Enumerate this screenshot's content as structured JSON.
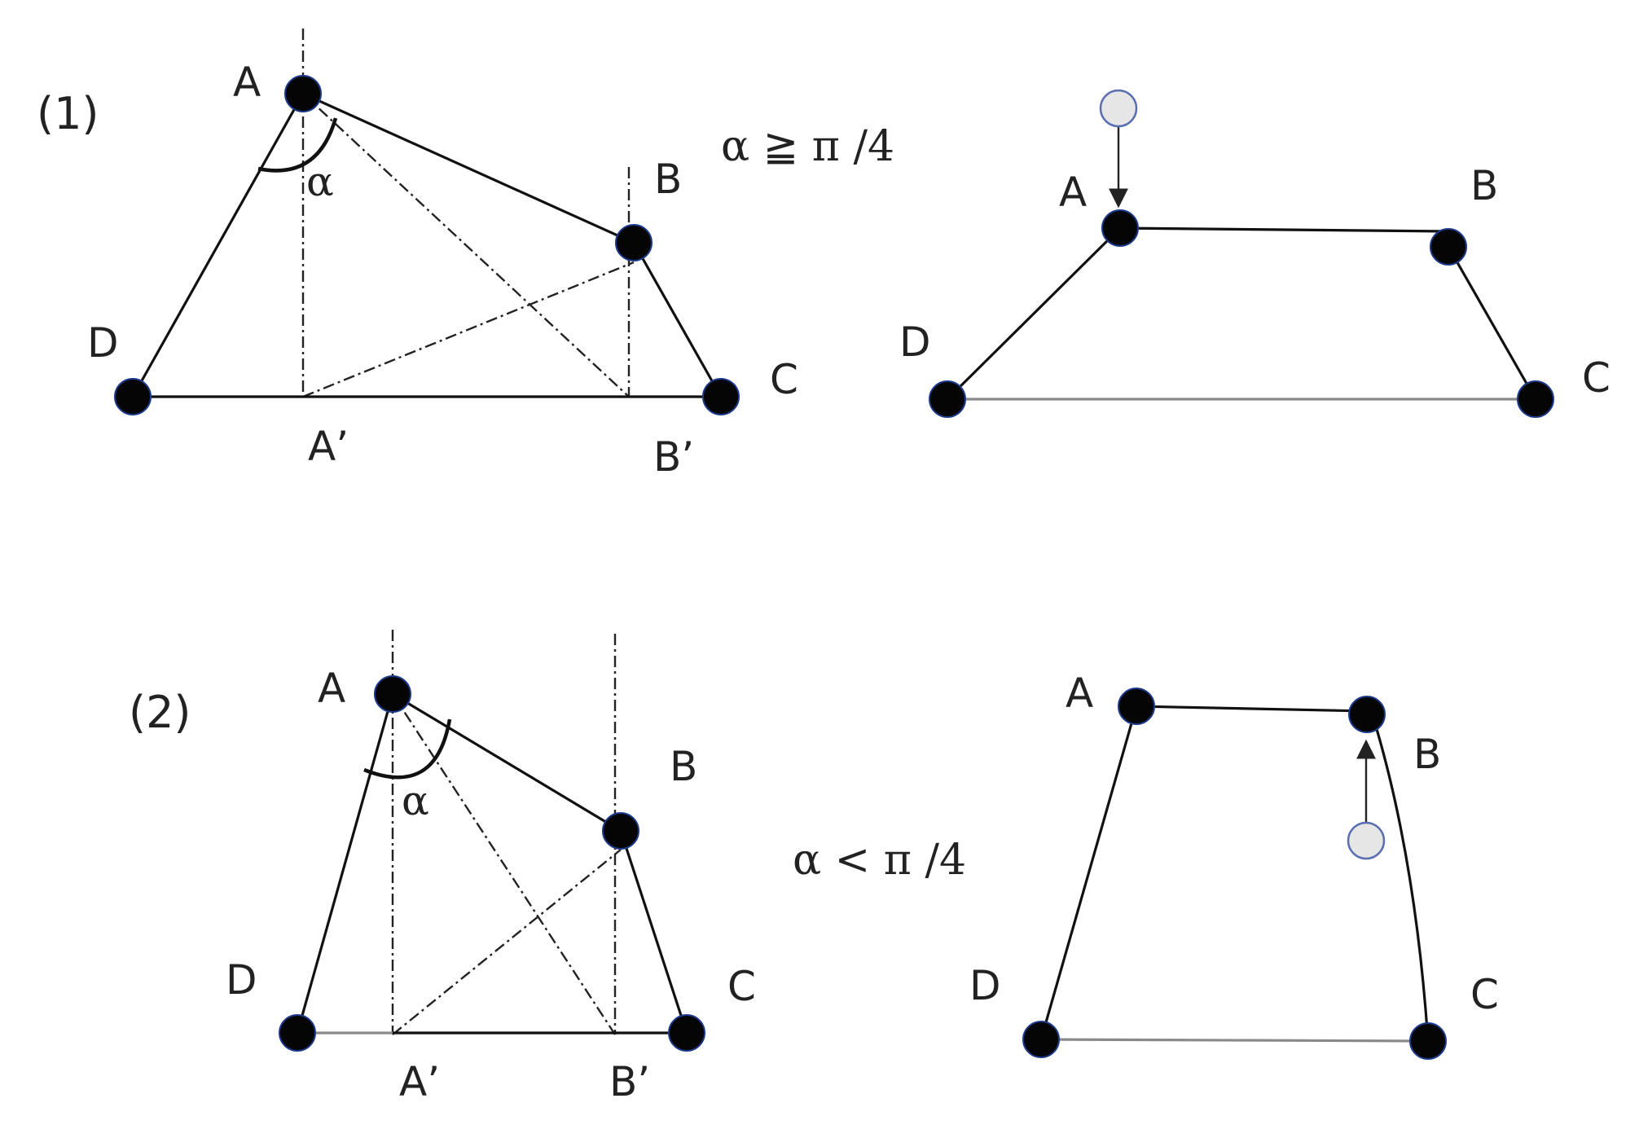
{
  "panels": {
    "p1": {
      "label": "(1)",
      "condition": "α ≧ π /4",
      "left": {
        "A": "A",
        "B": "B",
        "C": "C",
        "D": "D",
        "Ap": "A’",
        "Bp": "B’",
        "angle": "α"
      },
      "right": {
        "A": "A",
        "B": "B",
        "C": "C",
        "D": "D"
      }
    },
    "p2": {
      "label": "(2)",
      "condition": "α < π /4",
      "left": {
        "A": "A",
        "B": "B",
        "C": "C",
        "D": "D",
        "Ap": "A’",
        "Bp": "B’",
        "angle": "α"
      },
      "right": {
        "A": "A",
        "B": "B",
        "C": "C",
        "D": "D"
      }
    }
  },
  "colors": {
    "node_fill": "#050505",
    "node_outline": "#1d3a8a",
    "ghost_fill": "#e6e6e6",
    "ghost_outline": "#5a6fb0"
  }
}
